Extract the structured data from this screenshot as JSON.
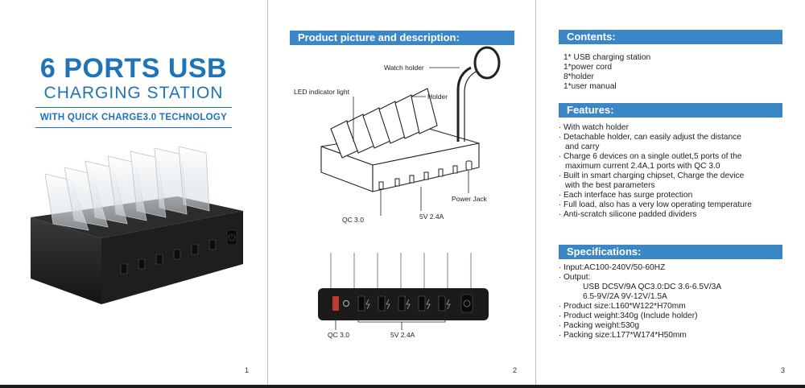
{
  "panel1": {
    "title_line1": "6 PORTS USB",
    "title_line2": "CHARGING STATION",
    "tagline": "WITH QUICK CHARGE3.0 TECHNOLOGY",
    "page_number": "1"
  },
  "panel2": {
    "header": "Product picture and description:",
    "labels": {
      "watch_holder": "Watch holder",
      "led_indicator": "LED indicator light",
      "holder": "Holder",
      "power_jack": "Power Jack",
      "qc_top": "QC 3.0",
      "port_top": "5V 2.4A",
      "qc_bottom": "QC 3.0",
      "port_bottom": "5V 2.4A"
    },
    "page_number": "2"
  },
  "panel3": {
    "contents_header": "Contents:",
    "contents": [
      "1* USB charging station",
      "1*power cord",
      "8*holder",
      "1*user manual"
    ],
    "features_header": "Features:",
    "features": [
      "With watch holder",
      "Detachable holder, can easily adjust the distance",
      "and carry",
      "Charge 6 devices on a single outlet,5 ports of the",
      "maximum current 2.4A,1 ports with QC 3.0",
      "Built in smart charging chipset, Charge the device",
      "with the best parameters",
      "Each interface has surge protection",
      "Full load, also has a very low operating temperature",
      "Anti-scratch silicone padded dividers"
    ],
    "specs_header": "Specifications:",
    "specs": [
      "Input:AC100-240V/50-60HZ",
      "Output:",
      "USB DC5V/9A QC3.0:DC 3.6-6.5V/3A",
      "6.5-9V/2A 9V-12V/1.5A",
      "Product size:L160*W122*H70mm",
      "Product weight:340g (Include holder)",
      "Packing weight:530g",
      "Packing size:L177*W174*H50mm"
    ],
    "page_number": "3"
  },
  "icons": [
    "usb-lightning-icon",
    "qc-icon",
    "power-jack-icon"
  ],
  "colors": {
    "accent": "#1f73b8",
    "header_bar": "#3a86c6",
    "device_body": "#1b1b1b",
    "qc_port": "#c0392b"
  }
}
